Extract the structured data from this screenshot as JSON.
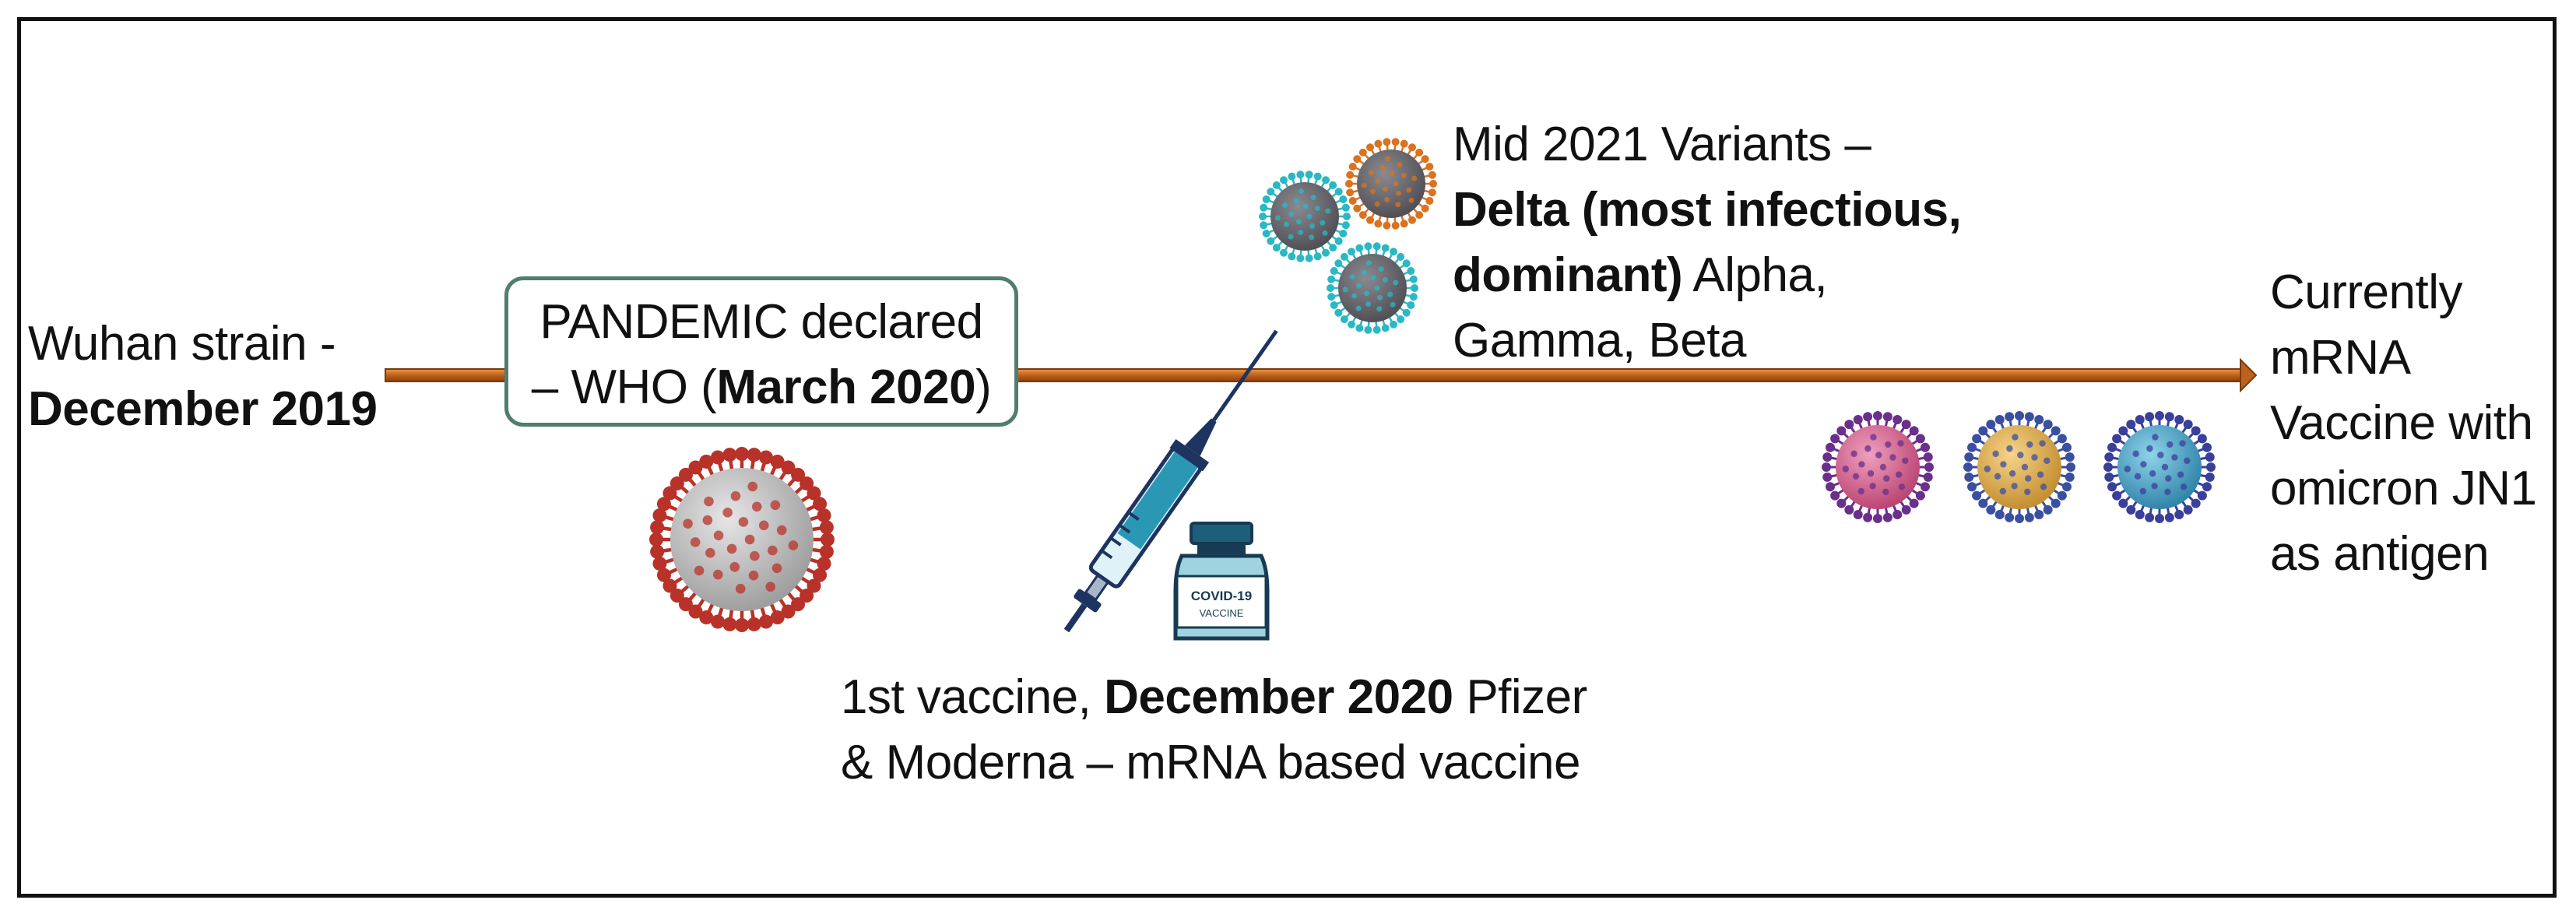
{
  "milestones": {
    "wuhan": {
      "line1": "Wuhan strain -",
      "line2": "December 2019"
    },
    "pandemic": {
      "line1": "PANDEMIC declared",
      "line2_pre": "– WHO (",
      "line2_bold": "March 2020",
      "line2_post": ")"
    },
    "variants": {
      "line1": "Mid 2021 Variants –",
      "bold_a": "Delta (most infectious,",
      "bold_b": "dominant)",
      "line3_rest": " Alpha,",
      "line4": "Gamma, Beta"
    },
    "vaccine": {
      "pre": "1st vaccine, ",
      "bold": "December 2020",
      "post": " Pfizer",
      "line2": "& Moderna – mRNA based  vaccine"
    },
    "current": {
      "lines": [
        "Currently",
        "mRNA",
        "Vaccine with",
        "omicron JN1",
        "as antigen"
      ]
    }
  },
  "vial_label": {
    "line1": "COVID-19",
    "line2": "VACCINE"
  },
  "colors": {
    "timeline": "#c0601a",
    "box_border": "#4f7d6e",
    "virus_grey": "#6e6e73",
    "virus_teal_spikes": "#2bb8c4",
    "virus_orange_spikes": "#d9731f",
    "virus_red_spikes": "#b8322a",
    "virus_pink": "#d05b86",
    "virus_yellow": "#e3b04a",
    "virus_blue": "#4aa6c8",
    "syringe_teal": "#2a98b5",
    "syringe_navy": "#1d3461"
  },
  "icons": [
    "timeline-arrow-icon",
    "coronavirus-red-icon",
    "syringe-icon",
    "vaccine-vial-icon",
    "variant-virus-icon",
    "omicron-virus-icon"
  ]
}
